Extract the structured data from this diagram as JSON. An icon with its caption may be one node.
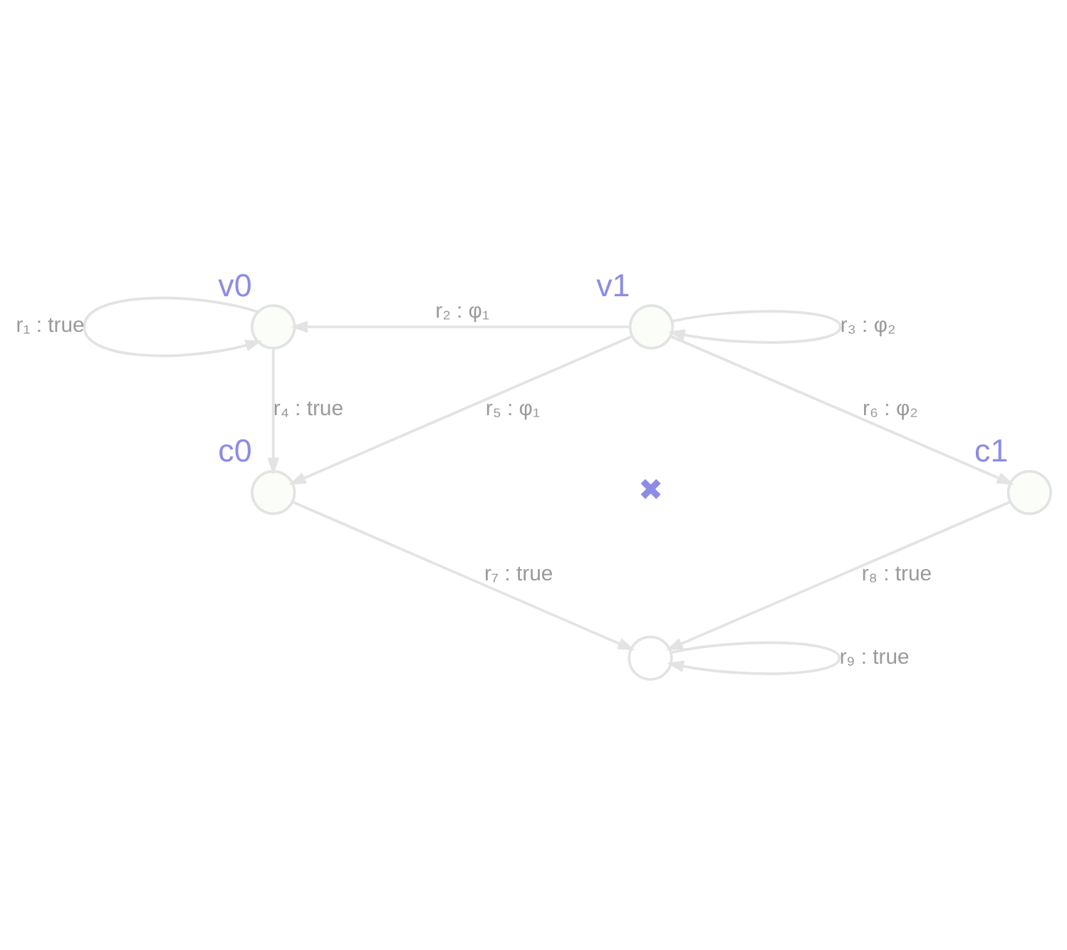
{
  "diagram": {
    "nodes": [
      {
        "text": [],
        "shape": "circle",
        "beside": [
          "v0"
        ]
      },
      {
        "text": [],
        "shape": "circle",
        "beside": [
          "v1"
        ]
      },
      {
        "text": [],
        "shape": "circle",
        "beside": [
          "c0"
        ]
      },
      {
        "text": [],
        "shape": "circle",
        "beside": [
          "c1"
        ]
      },
      {
        "text": [],
        "shape": "circle"
      }
    ],
    "edges": [
      {
        "from": 0,
        "to": 0,
        "arrow": "to",
        "label": "r₁ : true"
      },
      {
        "from": 1,
        "to": 0,
        "arrow": "to",
        "label": "r₂ : φ₁"
      },
      {
        "from": 1,
        "to": 1,
        "arrow": "to",
        "label": "r₃ : φ₂"
      },
      {
        "from": 0,
        "to": 2,
        "arrow": "to",
        "label": "r₄ : true"
      },
      {
        "from": 1,
        "to": 2,
        "arrow": "to",
        "label": "r₅ : φ₁"
      },
      {
        "from": 1,
        "to": 3,
        "arrow": "to",
        "label": "r₆ : φ₂"
      },
      {
        "from": 2,
        "to": 4,
        "arrow": "to",
        "label": "r₇ : true"
      },
      {
        "from": 3,
        "to": 4,
        "arrow": "to",
        "label": "r₈ : true"
      },
      {
        "from": 4,
        "to": 4,
        "arrow": "to",
        "label": "r₉ : true"
      }
    ],
    "labels": [
      "✖"
    ]
  }
}
